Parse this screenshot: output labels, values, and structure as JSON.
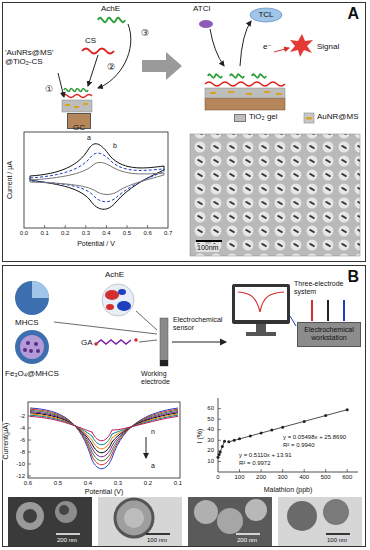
{
  "diagram": {
    "nodes": [
      {
        "text": [
          "A"
        ]
      },
      {
        "text": [
          "GC"
        ],
        "in": 0
      },
      {
        "text": [
          "B"
        ]
      },
      {
        "text": [
          "Electrochemical workstation"
        ],
        "in": 2
      }
    ],
    "labels": [
      "AchE",
      "CS",
      "③",
      "②",
      "①",
      "'AuNRs@MS' @TiO₂-CS",
      "ATCl",
      "TCL",
      "e⁻",
      "Signal",
      "Current / μA",
      "Potential / V",
      "0.0",
      "0.1",
      "0.2",
      "0.3",
      "0.4",
      "0.5",
      "0.6",
      "0.7",
      "a",
      "b",
      "100nm",
      "MHCS",
      "Fe₃O₄@MHCS",
      "AchE",
      "GA",
      "Working electrode",
      "Electrochemical sensor",
      "Three-electrode system",
      "Current(μA)",
      "Potential (V)",
      "0.6",
      "0.5",
      "0.4",
      "0.3",
      "0.2",
      "0.1",
      "-2",
      "-4",
      "-6",
      "-8",
      "-10",
      "-12",
      "n",
      "a",
      "I (%)",
      "Malathion (ppb)",
      "0",
      "100",
      "200",
      "300",
      "400",
      "500",
      "600",
      "10",
      "20",
      "30",
      "40",
      "50",
      "60",
      "y = 0.05498x + 25.8690",
      "R² = 0.9940",
      "y = 0.5110x + 13.91",
      "R² = 0.9972",
      "200 nm",
      "100 nm",
      "200 nm",
      "100 nm"
    ],
    "legend": [
      {
        "text": "TiO₂ gel",
        "color": "#bdbdbd"
      },
      {
        "text": "AuNR@MS"
      }
    ]
  }
}
